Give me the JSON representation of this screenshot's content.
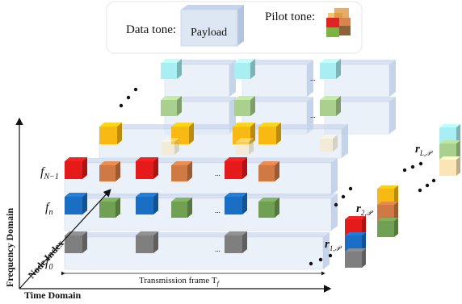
{
  "legend": {
    "data_tone_label": "Data tone:",
    "payload_label": "Payload",
    "pilot_tone_label": "Pilot tone:"
  },
  "axes": {
    "frequency": "Frequency Domain",
    "time": "Time Domain",
    "node_index": "Node Index"
  },
  "frame_label": "Transmission frame T",
  "frame_subscript": "f",
  "freq_labels": [
    {
      "base": "f",
      "sub": "N−1"
    },
    {
      "base": "f",
      "sub": "n"
    },
    {
      "base": "f",
      "sub": "0"
    }
  ],
  "received": [
    {
      "base": "r",
      "sub": "1,𝒫"
    },
    {
      "base": "r",
      "sub": "2,𝒫"
    },
    {
      "base": "r",
      "sub": "L,𝒫"
    }
  ],
  "ellipsis_small": "...",
  "colors": {
    "red": "#e51b1b",
    "blue": "#1a6fc4",
    "gray": "#7f7f7f",
    "orange": "#cf7a45",
    "green": "#72a052",
    "yellow": "#f7b912",
    "cyan": "#a8eef2",
    "lightgreen": "#a9d08e",
    "cream": "#fbe5b6",
    "darkred": "#c0392b",
    "brown": "#8c6239",
    "slab": "#dce6f3",
    "slab_edge": "#b7c7e0"
  }
}
